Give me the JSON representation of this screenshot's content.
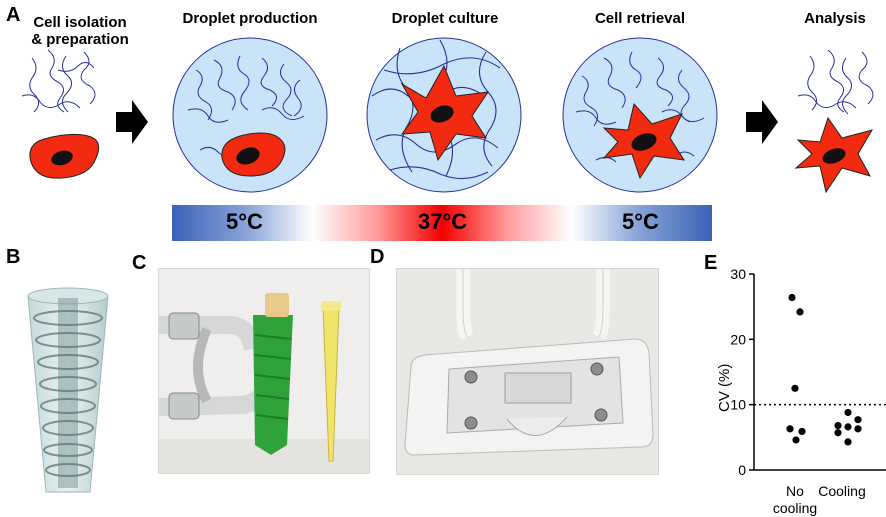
{
  "panels": {
    "a": "A",
    "b": "B",
    "c": "C",
    "d": "D",
    "e": "E"
  },
  "steps": {
    "isolation_line1": "Cell isolation",
    "isolation_line2": "& preparation",
    "production": "Droplet production",
    "culture": "Droplet culture",
    "retrieval": "Cell retrieval",
    "analysis": "Analysis"
  },
  "temperatures": [
    "5°C",
    "37°C",
    "5°C"
  ],
  "colors": {
    "droplet": "#c9e4f9",
    "cell": "#f22a0f",
    "nucleus": "#111111",
    "fiber": "#2a2f9a",
    "cold": "#3a63b8",
    "hot": "#f40000"
  },
  "chart_data": {
    "type": "scatter",
    "panel": "E",
    "ylabel": "CV (%)",
    "ylim": [
      0,
      30
    ],
    "yticks": [
      0,
      10,
      20,
      30
    ],
    "categories": [
      "No cooling",
      "Cooling"
    ],
    "category_labels": [
      [
        "No",
        "cooling"
      ],
      [
        "Cooling"
      ]
    ],
    "threshold_line": 10,
    "series": [
      {
        "category": "No cooling",
        "values": [
          26.4,
          24.2,
          12.5,
          6.3,
          5.9,
          4.6
        ]
      },
      {
        "category": "Cooling",
        "values": [
          8.8,
          7.7,
          6.8,
          6.6,
          6.3,
          5.7,
          4.3
        ]
      }
    ]
  }
}
